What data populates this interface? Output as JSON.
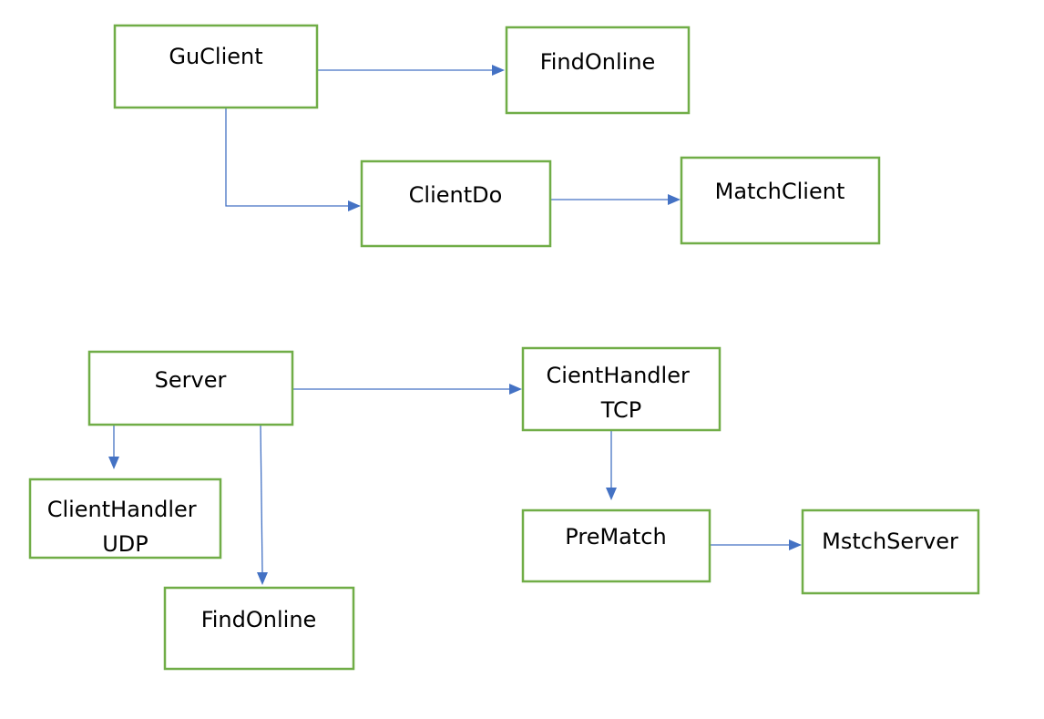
{
  "colors": {
    "box_border": "#70ad47",
    "arrow": "#4472c4",
    "text": "#000000",
    "background": "#ffffff"
  },
  "nodes": {
    "guclient": {
      "lines": [
        "GuClient"
      ]
    },
    "findonline_client": {
      "lines": [
        "FindOnline"
      ]
    },
    "clientdo": {
      "lines": [
        "ClientDo"
      ]
    },
    "matchclient": {
      "lines": [
        "MatchClient"
      ]
    },
    "server": {
      "lines": [
        "Server"
      ]
    },
    "clienthandler_udp": {
      "lines": [
        "ClientHandler",
        "UDP"
      ]
    },
    "findonline_server": {
      "lines": [
        "FindOnline"
      ]
    },
    "clienthandler_tcp": {
      "lines": [
        "CientHandler",
        "TCP"
      ]
    },
    "prematch": {
      "lines": [
        "PreMatch"
      ]
    },
    "mstchserver": {
      "lines": [
        "MstchServer"
      ]
    }
  },
  "edges": [
    {
      "from": "guclient",
      "to": "findonline_client"
    },
    {
      "from": "guclient",
      "to": "clientdo"
    },
    {
      "from": "clientdo",
      "to": "matchclient"
    },
    {
      "from": "server",
      "to": "clienthandler_tcp"
    },
    {
      "from": "server",
      "to": "clienthandler_udp"
    },
    {
      "from": "server",
      "to": "findonline_server"
    },
    {
      "from": "clienthandler_tcp",
      "to": "prematch"
    },
    {
      "from": "prematch",
      "to": "mstchserver"
    }
  ]
}
